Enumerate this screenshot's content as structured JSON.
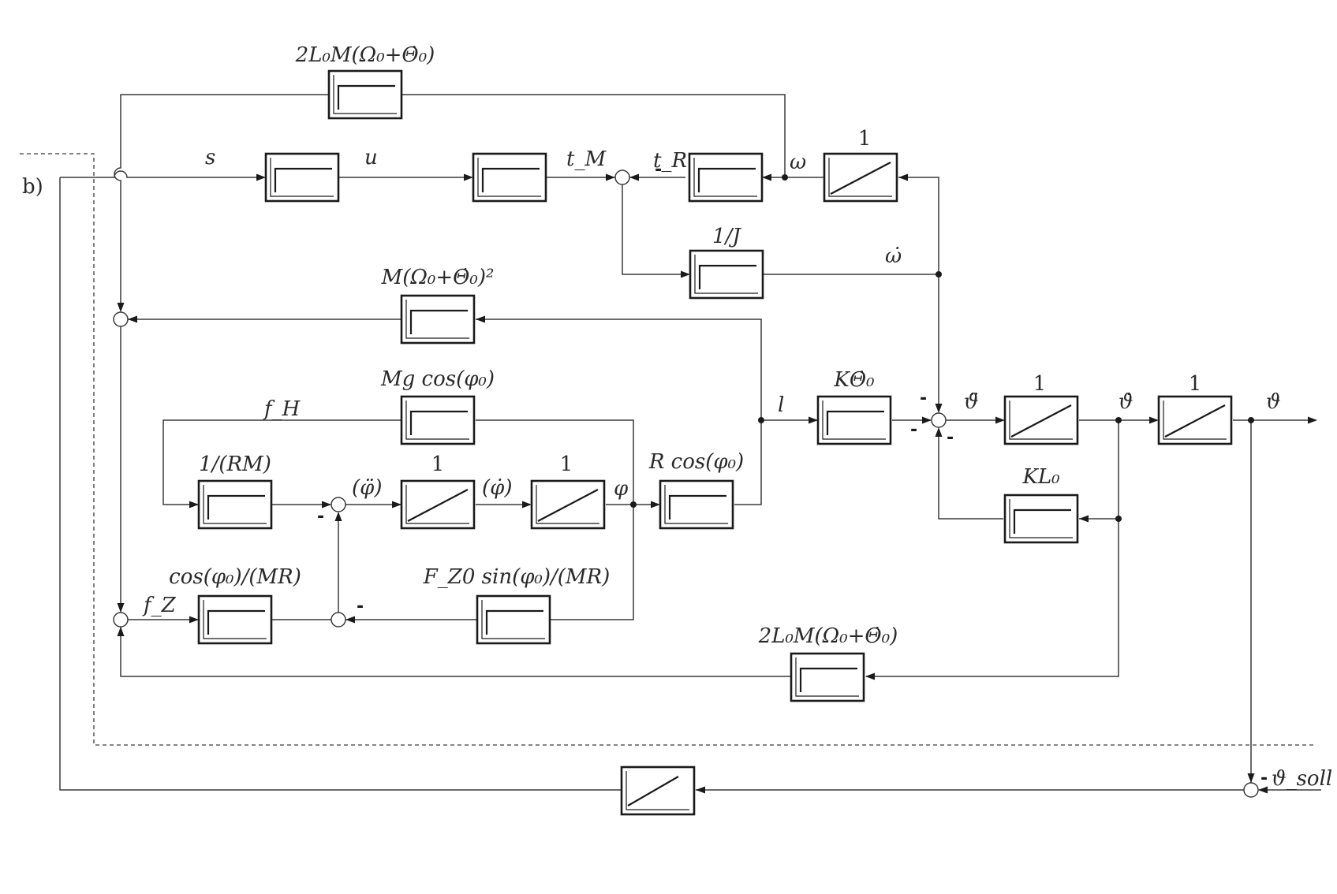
{
  "panel_label": "b)",
  "blocks": {
    "top_feedback": "2L₀M(Ω₀+Θ̇₀)",
    "omega_integrator": "1",
    "inv_J": "1/J",
    "centrifugal": "M(Ω₀+Θ̇₀)²",
    "gravity": "Mg cos(φ₀)",
    "inv_RM": "1/(RM)",
    "phi_integrator_1": "1",
    "phi_integrator_2": "1",
    "r_cos": "R cos(φ₀)",
    "cos_over_MR": "cos(φ₀)/(MR)",
    "fz_sin": "F_Z0 sin(φ₀)/(MR)",
    "k_theta": "KΘ̇₀",
    "theta_integrator_1": "1",
    "theta_integrator_2": "1",
    "k_l0": "KL₀",
    "bottom_feedback": "2L₀M(Ω₀+Θ̇₀)"
  },
  "signals": {
    "s": "s",
    "u": "u",
    "t_M": "t_M",
    "t_R": "t_R",
    "omega": "ω",
    "omega_dot": "ω̇",
    "l": "l",
    "theta_ddot": "ϑ̈",
    "theta_dot": "ϑ̇",
    "theta": "ϑ",
    "theta_soll": "ϑ_soll",
    "f_H": "f_H",
    "f_Z": "f_Z",
    "phi_ddot": "(φ̈)",
    "phi_dot": "(φ̇)",
    "phi": "φ"
  },
  "signs": {
    "minus": "-"
  },
  "colors": {
    "line": "#3a3a3a",
    "block": "#1a1a1a",
    "background": "#ffffff"
  }
}
